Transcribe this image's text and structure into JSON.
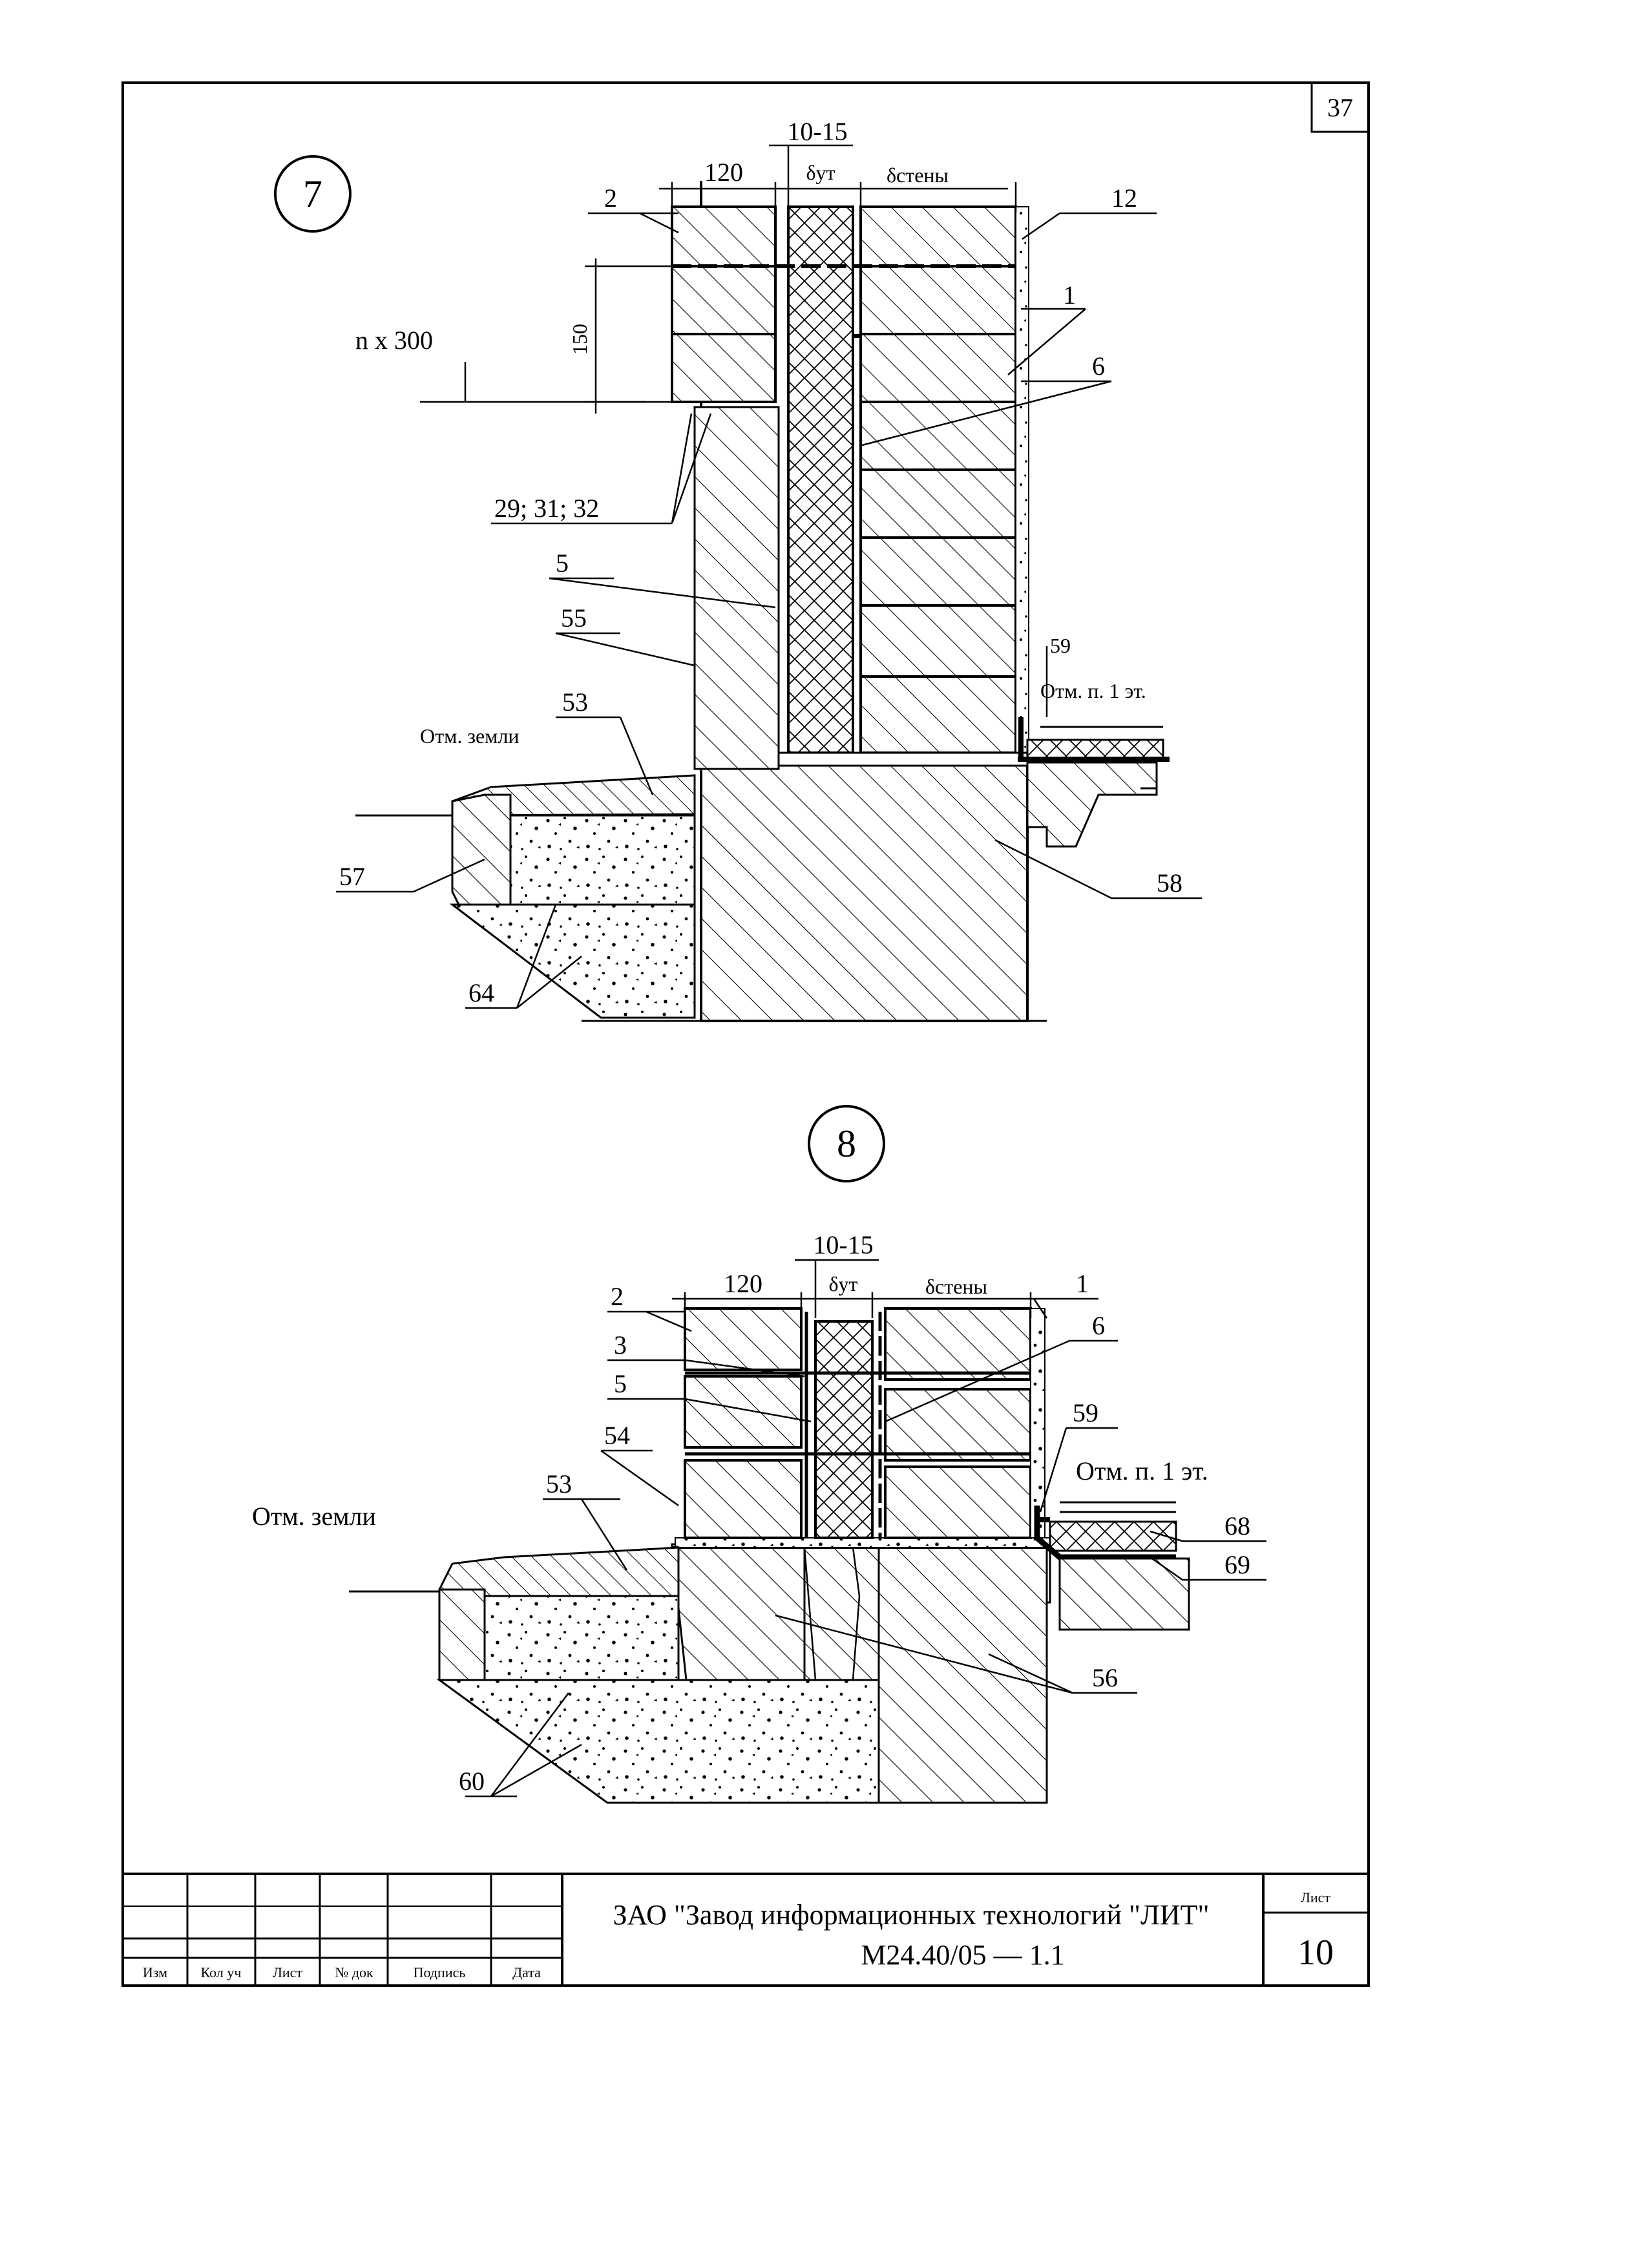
{
  "sheet_number_top": "37",
  "detail7": {
    "number": "7",
    "dims": {
      "outer": "120",
      "gap": "10-15",
      "insul": "δут",
      "wall": "δстены",
      "row": "150"
    },
    "level_step": "n x 300",
    "ground_level": "Отм. земли",
    "floor_level": "Отм. п. 1 эт.",
    "callouts": [
      "2",
      "12",
      "1",
      "6",
      "29; 31; 32",
      "5",
      "55",
      "59",
      "53",
      "57",
      "58",
      "64"
    ]
  },
  "detail8": {
    "number": "8",
    "dims": {
      "outer": "120",
      "gap": "10-15",
      "insul": "δут",
      "wall": "δстены"
    },
    "ground_level": "Отм. земли",
    "floor_level": "Отм. п. 1 эт.",
    "callouts": [
      "2",
      "3",
      "5",
      "54",
      "53",
      "1",
      "6",
      "59",
      "68",
      "69",
      "56",
      "60"
    ]
  },
  "title_block": {
    "headers": [
      "Изм",
      "Кол уч",
      "Лист",
      "№ док",
      "Подпись",
      "Дата"
    ],
    "company": "ЗАО \"Завод информационных технологий \"ЛИТ\"",
    "doc_code": "М24.40/05 — 1.1",
    "sheet_label": "Лист",
    "sheet_number": "10"
  }
}
